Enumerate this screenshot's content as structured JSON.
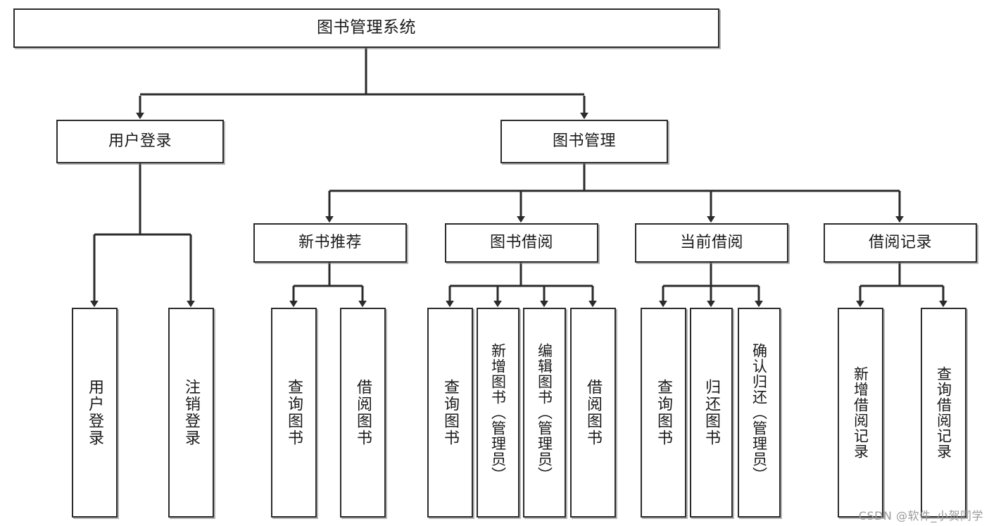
{
  "diagram": {
    "type": "hierarchy-tree",
    "title": "图书管理系统",
    "orientation": "top-down",
    "levels": 4,
    "nodes": {
      "root": {
        "label": "图书管理系统"
      },
      "level2": [
        {
          "id": "user-login",
          "label": "用户登录"
        },
        {
          "id": "book-management",
          "label": "图书管理"
        }
      ],
      "level3": [
        {
          "id": "new-book-recommend",
          "label": "新书推荐"
        },
        {
          "id": "book-borrow",
          "label": "图书借阅"
        },
        {
          "id": "current-borrow",
          "label": "当前借阅"
        },
        {
          "id": "borrow-record",
          "label": "借阅记录"
        }
      ],
      "leaves": {
        "user_login": [
          {
            "id": "leaf-user-login",
            "label": "用户登录"
          },
          {
            "id": "leaf-user-logout",
            "label": "注销登录"
          }
        ],
        "new_book_recommend": [
          {
            "id": "leaf-query-book-1",
            "label": "查询图书"
          },
          {
            "id": "leaf-borrow-book-1",
            "label": "借阅图书"
          }
        ],
        "book_borrow": [
          {
            "id": "leaf-query-book-2",
            "label": "查询图书"
          },
          {
            "id": "leaf-add-book",
            "label": "新增图书（管理员）"
          },
          {
            "id": "leaf-edit-book",
            "label": "编辑图书（管理员）"
          },
          {
            "id": "leaf-borrow-book-2",
            "label": "借阅图书"
          }
        ],
        "current_borrow": [
          {
            "id": "leaf-query-book-3",
            "label": "查询图书"
          },
          {
            "id": "leaf-return-book",
            "label": "归还图书"
          },
          {
            "id": "leaf-confirm-return",
            "label": "确认归还（管理员）"
          }
        ],
        "borrow_record": [
          {
            "id": "leaf-add-record",
            "label": "新增借阅记录"
          },
          {
            "id": "leaf-query-record",
            "label": "查询借阅记录"
          }
        ]
      }
    },
    "colors": {
      "stroke": "#2b2b2b",
      "fill": "#ffffff",
      "text": "#1a1a1a",
      "shadow": "#787878",
      "watermark": "#9a9a9a"
    }
  },
  "watermark": {
    "text": "CSDN @软件_小贺同学"
  }
}
